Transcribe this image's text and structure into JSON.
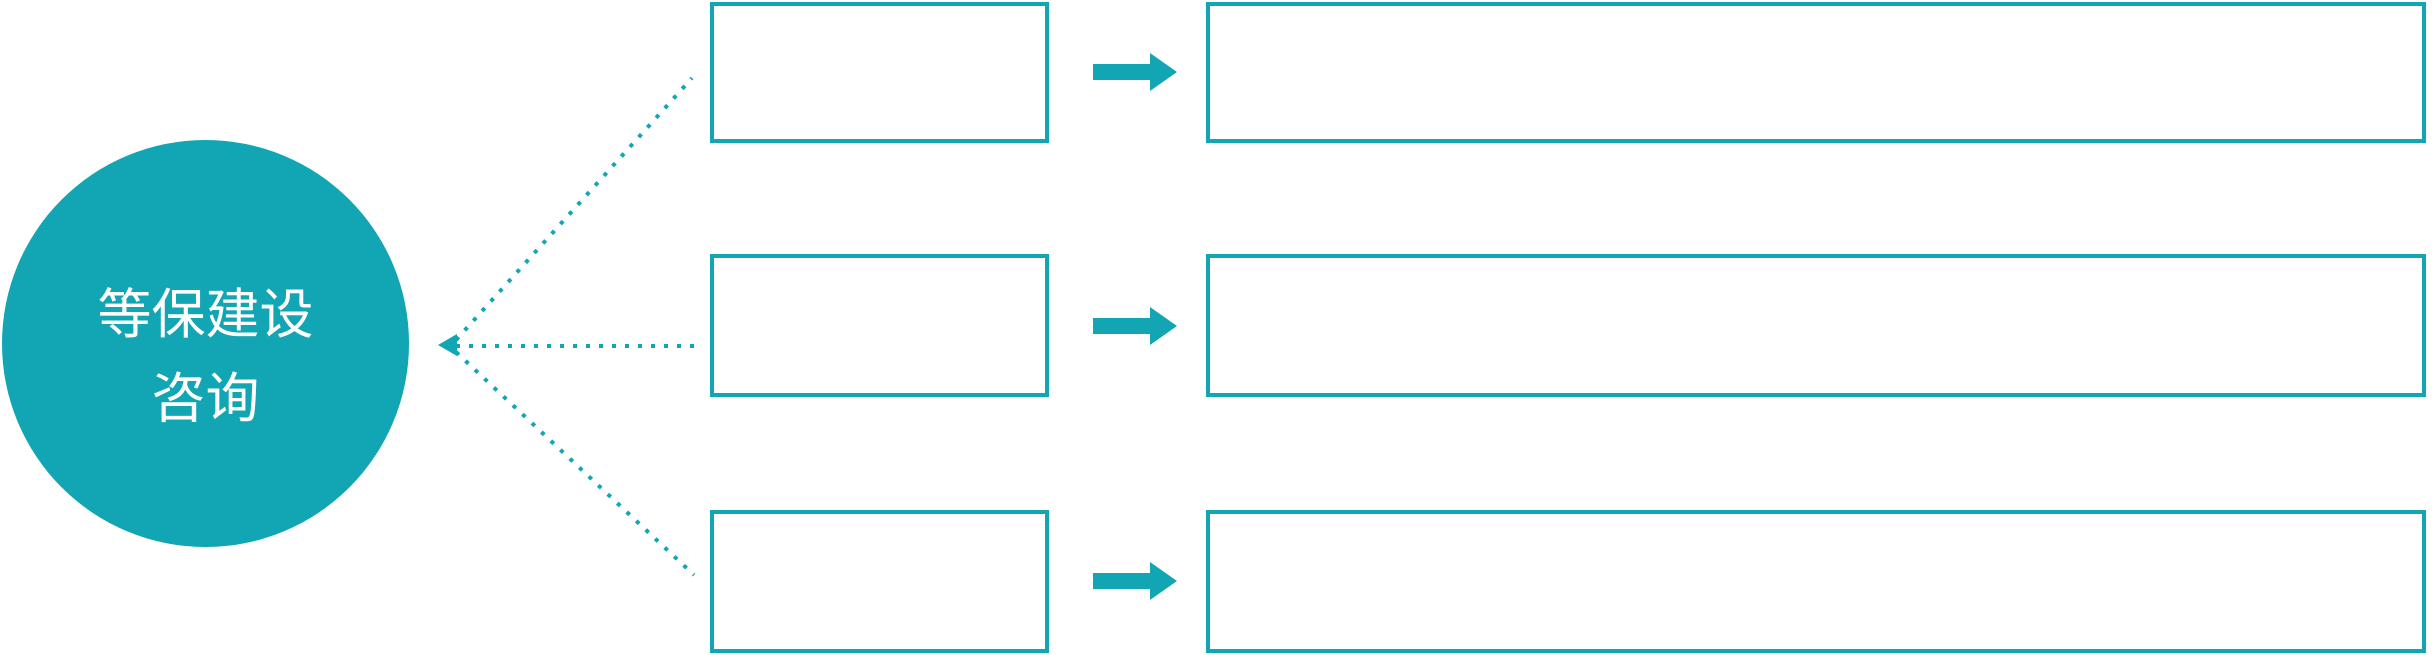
{
  "colors": {
    "accent": "#12a5b4",
    "background": "#ffffff",
    "text_on_accent": "#ffffff"
  },
  "circle": {
    "line1": "等保建设",
    "line2": "咨询"
  },
  "rows": [
    {
      "small_box_text": "",
      "large_box_text": ""
    },
    {
      "small_box_text": "",
      "large_box_text": ""
    },
    {
      "small_box_text": "",
      "large_box_text": ""
    }
  ],
  "icons": {
    "block_arrow": "right-block-arrow",
    "connector_arrowhead": "left-arrowhead"
  }
}
